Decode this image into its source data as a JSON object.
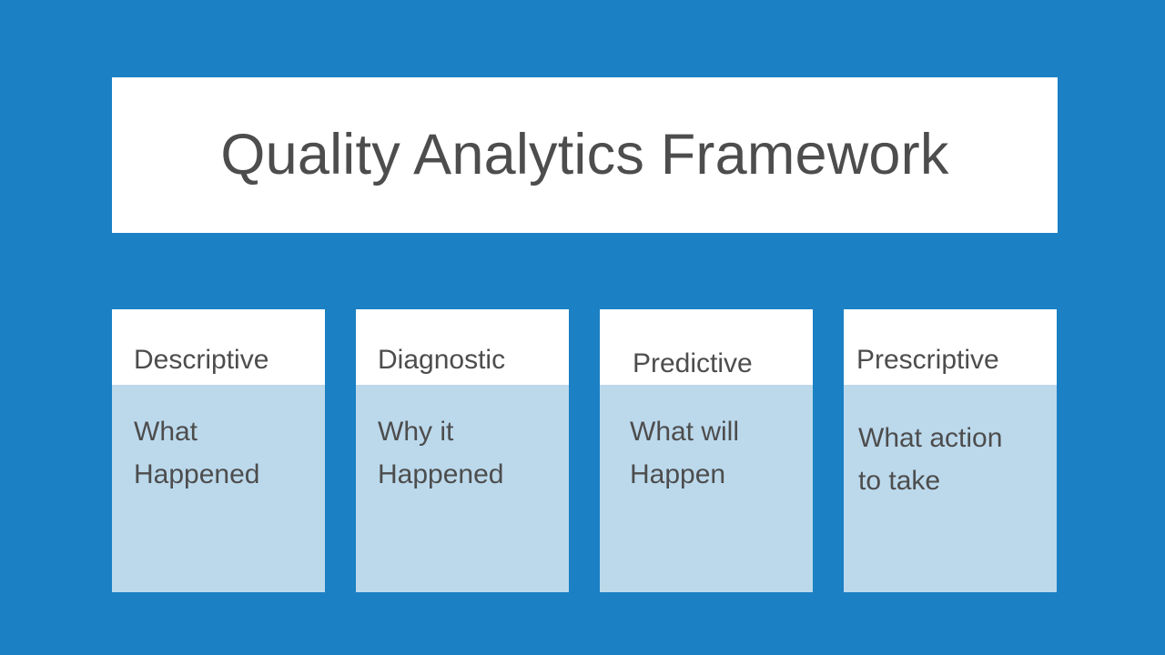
{
  "slide": {
    "background_color": "#1b80c4",
    "title": "Quality Analytics Framework",
    "title_color": "#4d4d4d",
    "title_panel_color": "#ffffff"
  },
  "cards": [
    {
      "header": "Descriptive",
      "body_line_1": "What",
      "body_line_2": "Happened",
      "header_bg": "#ffffff",
      "body_bg": "#bcd9ec"
    },
    {
      "header": "Diagnostic",
      "body_line_1": "Why it",
      "body_line_2": "Happened",
      "header_bg": "#ffffff",
      "body_bg": "#bcd9ec"
    },
    {
      "header": "Predictive",
      "body_line_1": "What will",
      "body_line_2": "Happen",
      "header_bg": "#ffffff",
      "body_bg": "#bcd9ec"
    },
    {
      "header": "Prescriptive",
      "body_line_1": "What action",
      "body_line_2": "to take",
      "header_bg": "#ffffff",
      "body_bg": "#bcd9ec"
    }
  ]
}
